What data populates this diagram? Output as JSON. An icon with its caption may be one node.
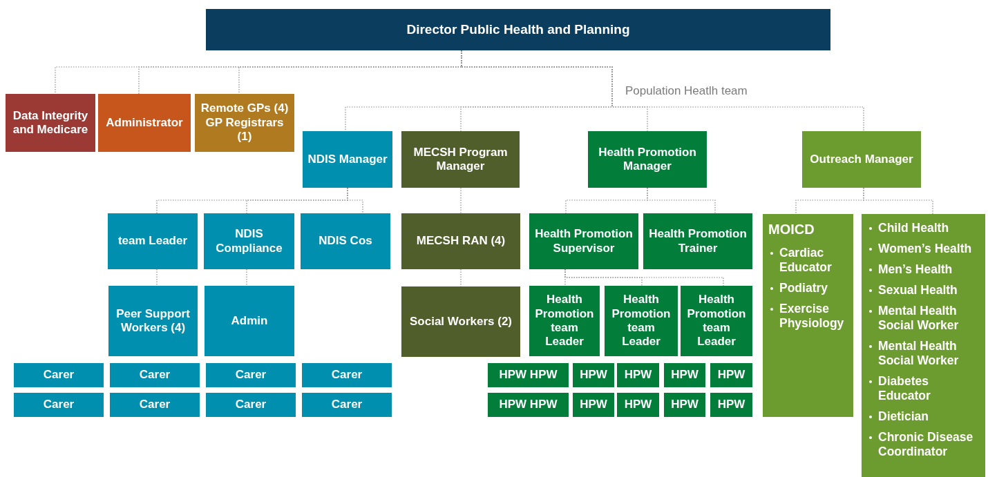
{
  "diagram": {
    "nodes": [
      {
        "text": [
          "Director Public Health and Planning"
        ]
      },
      {
        "text": [
          "Data Integrity and Medicare"
        ]
      },
      {
        "text": [
          "Administrator"
        ]
      },
      {
        "text": [
          "Remote GPs (4)",
          "GP Registrars (1)"
        ]
      },
      {
        "text": [
          "NDIS Manager"
        ]
      },
      {
        "text": [
          "MECSH Program Manager"
        ]
      },
      {
        "text": [
          "Health Promotion Manager"
        ]
      },
      {
        "text": [
          "Outreach Manager"
        ]
      },
      {
        "text": [
          "team Leader"
        ]
      },
      {
        "text": [
          "NDIS Compliance"
        ]
      },
      {
        "text": [
          "NDIS Cos"
        ]
      },
      {
        "text": [
          "MECSH RAN (4)"
        ]
      },
      {
        "text": [
          "Health Promotion Supervisor"
        ]
      },
      {
        "text": [
          "Health Promotion Trainer"
        ]
      },
      {
        "text": [
          "MOICD",
          "Cardiac Educator",
          "Podiatry",
          "Exercise Physiology"
        ]
      },
      {
        "text": [
          "Child Health",
          "Women’s Health",
          "Men’s Health",
          "Sexual Health",
          "Mental Health Social Worker",
          "Mental Health Social Worker",
          "Diabetes Educator",
          "Dietician",
          "Chronic Disease Coordinator"
        ]
      },
      {
        "text": [
          "Peer Support Workers (4)"
        ]
      },
      {
        "text": [
          "Admin"
        ]
      },
      {
        "text": [
          "Social Workers (2)"
        ]
      },
      {
        "text": [
          "Health Promotion team Leader"
        ]
      },
      {
        "text": [
          "Health Promotion team Leader"
        ]
      },
      {
        "text": [
          "Health Promotion team Leader"
        ]
      },
      {
        "text": [
          "Carer"
        ]
      },
      {
        "text": [
          "Carer"
        ]
      },
      {
        "text": [
          "Carer"
        ]
      },
      {
        "text": [
          "Carer"
        ]
      },
      {
        "text": [
          "Carer"
        ]
      },
      {
        "text": [
          "Carer"
        ]
      },
      {
        "text": [
          "Carer"
        ]
      },
      {
        "text": [
          "Carer"
        ]
      },
      {
        "text": [
          "HPW HPW"
        ]
      },
      {
        "text": [
          "HPW"
        ]
      },
      {
        "text": [
          "HPW"
        ]
      },
      {
        "text": [
          "HPW"
        ]
      },
      {
        "text": [
          "HPW"
        ]
      },
      {
        "text": [
          "HPW HPW"
        ]
      },
      {
        "text": [
          "HPW"
        ]
      },
      {
        "text": [
          "HPW"
        ]
      },
      {
        "text": [
          "HPW"
        ]
      },
      {
        "text": [
          "HPW"
        ]
      }
    ],
    "edges": [
      {
        "from": 0,
        "to": 1,
        "arrow": "none"
      },
      {
        "from": 0,
        "to": 2,
        "arrow": "none"
      },
      {
        "from": 0,
        "to": 3,
        "arrow": "none"
      },
      {
        "from": 0,
        "to": 4,
        "arrow": "none"
      },
      {
        "from": 0,
        "to": 5,
        "arrow": "none"
      },
      {
        "from": 0,
        "to": 6,
        "arrow": "none"
      },
      {
        "from": 0,
        "to": 7,
        "arrow": "none"
      },
      {
        "from": 4,
        "to": 8,
        "arrow": "none"
      },
      {
        "from": 4,
        "to": 9,
        "arrow": "none"
      },
      {
        "from": 4,
        "to": 10,
        "arrow": "none"
      },
      {
        "from": 5,
        "to": 11,
        "arrow": "none"
      },
      {
        "from": 11,
        "to": 18,
        "arrow": "none"
      },
      {
        "from": 6,
        "to": 12,
        "arrow": "none"
      },
      {
        "from": 6,
        "to": 13,
        "arrow": "none"
      },
      {
        "from": 7,
        "to": 14,
        "arrow": "none"
      },
      {
        "from": 7,
        "to": 15,
        "arrow": "none"
      },
      {
        "from": 8,
        "to": 16,
        "arrow": "none"
      },
      {
        "from": 9,
        "to": 17,
        "arrow": "none"
      },
      {
        "from": 12,
        "to": 19,
        "arrow": "none"
      },
      {
        "from": 12,
        "to": 20,
        "arrow": "none"
      },
      {
        "from": 12,
        "to": 21,
        "arrow": "none"
      }
    ],
    "labels": [
      "Population Heatlh team"
    ]
  }
}
